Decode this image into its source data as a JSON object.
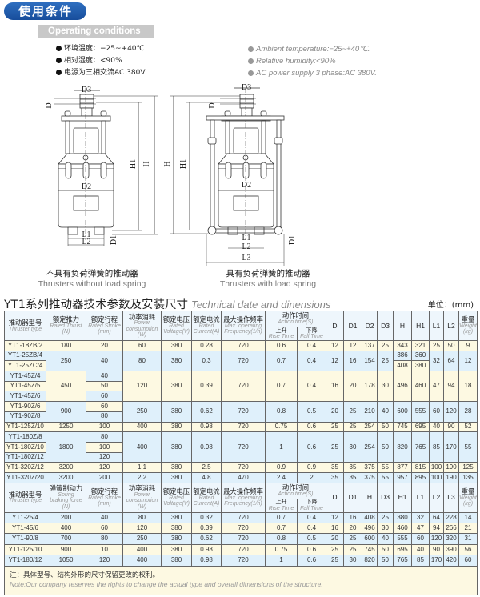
{
  "header": {
    "title_cn": "使用条件",
    "title_en": "Operating conditions"
  },
  "conditions": {
    "cn": [
      "环境温度：−25~+40℃",
      "相对湿度：<90%",
      "电源为三相交流AC 380V"
    ],
    "en": [
      "Ambient temperature:−25~+40℃.",
      "Relative humidity:<90%",
      "AC power supply 3 phase:AC 380V."
    ]
  },
  "diagrams": {
    "left": {
      "caption_cn": "不具有负荷弹簧的推动器",
      "caption_en": "Thrusters without load spring",
      "labels": {
        "D3": "D3",
        "D": "D",
        "H1": "H1",
        "H": "H",
        "D2": "D2",
        "L1": "L1",
        "L2": "L2",
        "D1": "D1"
      }
    },
    "right": {
      "caption_cn": "具有负荷弹簧的推动器",
      "caption_en": "Thrusters with load spring",
      "labels": {
        "D3": "D3",
        "D": "D",
        "H1": "H1",
        "H": "H",
        "D2": "D2",
        "L1": "L1",
        "L2": "L2",
        "L3": "L3",
        "D1": "D1"
      }
    }
  },
  "table_title": {
    "cn": "YT1系列推动器技术参数及安装尺寸",
    "en": "Technical date and dinensions",
    "unit": "单位：(mm)"
  },
  "colors": {
    "cream": "#fdf9e2",
    "blue": "#dff0fb",
    "accent": "#1e5aa8"
  },
  "table1": {
    "headers": [
      {
        "cn": "推动器型号",
        "en": "Thruster type"
      },
      {
        "cn": "额定推力",
        "en": "Rated Thrust\n(N)"
      },
      {
        "cn": "额定行程",
        "en": "Rated Stroke\n(mm)"
      },
      {
        "cn": "功率消耗",
        "en": "Power\nconsumption\n(W)"
      },
      {
        "cn": "额定电压",
        "en": "Rated\nVoltage(V)"
      },
      {
        "cn": "额定电流",
        "en": "Rated\nCurrent(A)"
      },
      {
        "cn": "最大操作频率",
        "en": "Max. operating\nFrequency(1/h)"
      }
    ],
    "action": {
      "cn": "动作时间",
      "en": "Action time(S)",
      "rise_cn": "上升",
      "rise_en": "Rise Time",
      "fall_cn": "下降",
      "fall_en": "Fall Time"
    },
    "dims": [
      "D",
      "D1",
      "D2",
      "D3",
      "H",
      "H1",
      "L1",
      "L2"
    ],
    "weight": {
      "cn": "重量",
      "en": "Weight\n(kg)"
    },
    "groups": [
      {
        "models": [
          "YT1-18ZB/2"
        ],
        "cells": [
          180,
          20,
          60,
          380,
          0.28,
          720,
          0.6,
          0.4,
          12,
          12,
          137,
          25,
          343,
          321,
          25,
          50,
          9
        ]
      },
      {
        "models": [
          "YT1-25ZB/4",
          "YT1-25ZC/4"
        ],
        "cells": [
          250,
          40,
          80,
          380,
          0.3,
          720,
          0.7,
          0.4,
          12,
          16,
          154,
          25,
          [
            386,
            408
          ],
          [
            360,
            380
          ],
          32,
          64,
          12
        ]
      },
      {
        "models": [
          "YT1-45Z/4",
          "YT1-45Z/5",
          "YT1-45Z/6"
        ],
        "cells": [
          450,
          [
            40,
            50,
            60
          ],
          120,
          380,
          0.39,
          720,
          0.7,
          0.4,
          16,
          20,
          178,
          30,
          496,
          460,
          47,
          94,
          18
        ]
      },
      {
        "models": [
          "YT1-90Z/6",
          "YT1-90Z/8"
        ],
        "cells": [
          900,
          [
            60,
            80
          ],
          250,
          380,
          0.62,
          720,
          0.8,
          0.5,
          20,
          25,
          210,
          40,
          600,
          555,
          60,
          120,
          28
        ]
      },
      {
        "models": [
          "YT1-125Z/10"
        ],
        "cells": [
          1250,
          100,
          400,
          380,
          0.98,
          720,
          0.75,
          0.6,
          25,
          25,
          254,
          50,
          745,
          695,
          40,
          90,
          52
        ]
      },
      {
        "models": [
          "YT1-180Z/8",
          "YT1-180Z/10",
          "YT1-180Z/12"
        ],
        "cells": [
          1800,
          [
            80,
            100,
            120
          ],
          400,
          380,
          0.98,
          720,
          1,
          0.6,
          25,
          30,
          254,
          50,
          820,
          765,
          85,
          170,
          55
        ]
      },
      {
        "models": [
          "YT1-320Z/12"
        ],
        "cells": [
          3200,
          120,
          1.1,
          380,
          2.5,
          720,
          0.9,
          0.9,
          35,
          35,
          375,
          55,
          877,
          815,
          100,
          190,
          125
        ]
      },
      {
        "models": [
          "YT1-320Z/20"
        ],
        "cells": [
          3200,
          200,
          2.2,
          380,
          4.8,
          470,
          2.4,
          2,
          35,
          35,
          375,
          55,
          957,
          895,
          100,
          190,
          135
        ]
      }
    ]
  },
  "table2": {
    "headers": [
      {
        "cn": "推动器型号",
        "en": "Thruster type"
      },
      {
        "cn": "弹簧制动力",
        "en": "Spring\nbraking force\n(N)"
      },
      {
        "cn": "额定行程",
        "en": "Rated Stroke\n(mm)"
      },
      {
        "cn": "功率消耗",
        "en": "Power\nconsumption\n(W)"
      },
      {
        "cn": "额定电压",
        "en": "Rated\nVoltage(V)"
      },
      {
        "cn": "额定电流",
        "en": "Rated\nCurrent(A)"
      },
      {
        "cn": "最大操作频率",
        "en": "Max. operating\nFrequency(1/h)"
      }
    ],
    "action": {
      "cn": "动作时间",
      "en": "Action time(S)",
      "rise_cn": "上升",
      "rise_en": "Rise Time",
      "fall_cn": "下降",
      "fall_en": "Fall Time"
    },
    "dims": [
      "D",
      "D1",
      "H",
      "D3",
      "H1",
      "L1",
      "L2",
      "L3"
    ],
    "weight": {
      "cn": "重量",
      "en": "Weight\n(kg)"
    },
    "groups": [
      {
        "models": [
          "YT1-25/4"
        ],
        "cells": [
          200,
          40,
          80,
          380,
          0.32,
          720,
          0.7,
          0.4,
          12,
          16,
          408,
          25,
          380,
          32,
          64,
          228,
          14
        ]
      },
      {
        "models": [
          "YT1-45/6"
        ],
        "cells": [
          400,
          60,
          120,
          380,
          0.39,
          720,
          0.7,
          0.4,
          16,
          20,
          496,
          30,
          460,
          47,
          94,
          266,
          21
        ]
      },
      {
        "models": [
          "YT1-90/8"
        ],
        "cells": [
          700,
          80,
          250,
          380,
          0.62,
          720,
          0.8,
          0.5,
          20,
          25,
          600,
          40,
          555,
          60,
          120,
          320,
          31
        ]
      },
      {
        "models": [
          "YT1-125/10"
        ],
        "cells": [
          900,
          10,
          400,
          380,
          0.98,
          720,
          0.75,
          0.6,
          25,
          25,
          745,
          50,
          695,
          40,
          90,
          390,
          56
        ]
      },
      {
        "models": [
          "YT1-180/12"
        ],
        "cells": [
          1050,
          120,
          400,
          380,
          0.98,
          720,
          1,
          0.6,
          25,
          30,
          820,
          50,
          765,
          85,
          170,
          420,
          60
        ]
      }
    ]
  },
  "note": {
    "cn": "注：具体型号、结构外形的尺寸保留更改的权利。",
    "en": "Note:Our company reserves the rights to change the actual type and overall dimensions of the structure."
  }
}
